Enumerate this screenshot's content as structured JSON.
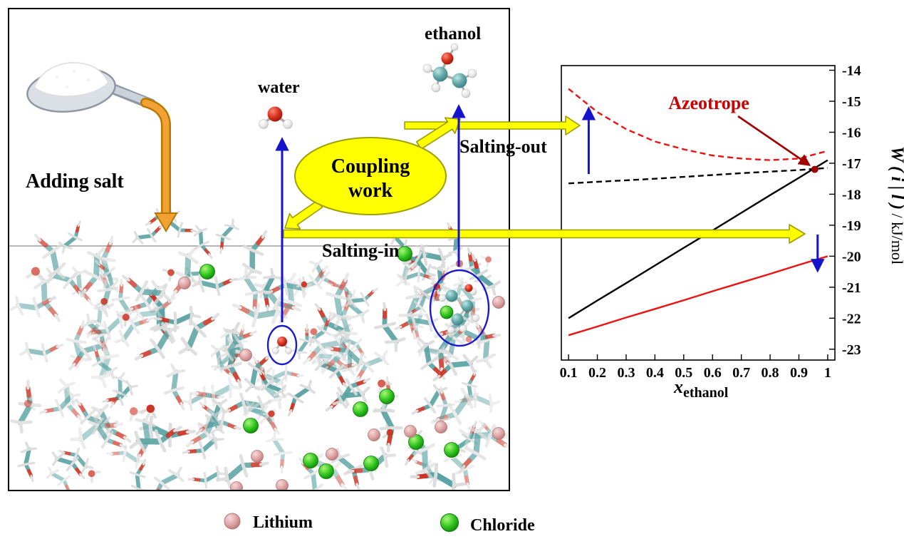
{
  "figure": {
    "labels": {
      "adding_salt": "Adding salt",
      "water": "water",
      "ethanol": "ethanol",
      "coupling_line1": "Coupling",
      "coupling_line2": "work",
      "salting_out": "Salting-out",
      "salting_in": "Salting-in"
    },
    "legend": [
      {
        "name": "Lithium",
        "species": "lithium-ion"
      },
      {
        "name": "Chloride",
        "species": "chloride-ion"
      }
    ],
    "palette": {
      "carbon": "#5ba3a3",
      "oxygen": "#cc3322",
      "hydrogen": "#dcdcdc",
      "arrow_yellow": "#ffff00",
      "arrow_yellow_edge": "#9c9c00",
      "arrow_orange": "#f2a235",
      "arrow_orange_edge": "#b87800",
      "arrow_blue": "#1414cc",
      "azeotrope_red": "#a00000",
      "azeotrope_text": "#cc0000"
    }
  },
  "chart_data": {
    "type": "line",
    "title": "",
    "xlabel_main": "x",
    "xlabel_sub": "ethanol",
    "ylabel_math": "W ( i | l )",
    "ylabel_units": " / kJ/mol",
    "xlim": [
      0.1,
      1.0
    ],
    "ylim": [
      -23,
      -14
    ],
    "grid": false,
    "x_ticks": [
      0.1,
      0.2,
      0.3,
      0.4,
      0.5,
      0.6,
      0.7,
      0.8,
      0.9,
      1.0
    ],
    "x_tick_labels": [
      "0.1",
      "0.2",
      "0.3",
      "0.4",
      "0.5",
      "0.6",
      "0.7",
      "0.8",
      "0.9",
      "1"
    ],
    "y_ticks": [
      -14,
      -15,
      -16,
      -17,
      -18,
      -19,
      -20,
      -21,
      -22,
      -23
    ],
    "y_tick_labels": [
      "-14",
      "-15",
      "-16",
      "-17",
      "-18",
      "-19",
      "-20",
      "-21",
      "-22",
      "-23"
    ],
    "x": [
      0.1,
      0.2,
      0.3,
      0.4,
      0.5,
      0.6,
      0.7,
      0.8,
      0.9,
      1.0
    ],
    "series": [
      {
        "id": "red-dashed",
        "style": "dashed",
        "color": "#ee1111",
        "y": [
          -14.6,
          -15.35,
          -15.9,
          -16.3,
          -16.55,
          -16.75,
          -16.85,
          -16.9,
          -16.85,
          -16.6
        ]
      },
      {
        "id": "black-dashed",
        "style": "dashed",
        "color": "#000000",
        "y": [
          -17.65,
          -17.6,
          -17.55,
          -17.5,
          -17.44,
          -17.38,
          -17.32,
          -17.27,
          -17.22,
          -17.15
        ]
      },
      {
        "id": "black-solid",
        "style": "solid",
        "color": "#000000",
        "y": [
          -22.0,
          -21.43,
          -20.87,
          -20.3,
          -19.73,
          -19.17,
          -18.6,
          -18.03,
          -17.47,
          -16.9
        ]
      },
      {
        "id": "red-solid",
        "style": "solid",
        "color": "#ee1111",
        "y": [
          -22.55,
          -22.27,
          -21.98,
          -21.7,
          -21.42,
          -21.13,
          -20.85,
          -20.57,
          -20.28,
          -20.0
        ]
      }
    ],
    "annotations": {
      "azeotrope": {
        "label": "Azeotrope",
        "x": 0.955,
        "y": -17.2
      },
      "blue_arrows": [
        {
          "direction": "up",
          "x": 0.17,
          "y_from": -17.35,
          "y_to": -15.3
        },
        {
          "direction": "down",
          "x": 0.965,
          "y_from": -19.3,
          "y_to": -20.4
        }
      ]
    }
  }
}
